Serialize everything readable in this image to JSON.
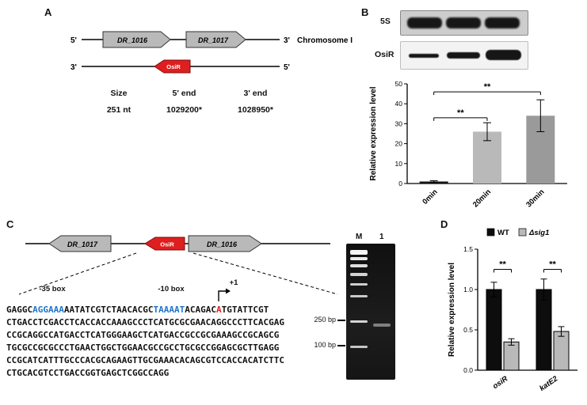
{
  "panelA": {
    "label": "A",
    "strand_top_left": "5'",
    "strand_top_right": "3'",
    "strand_bottom_left": "3'",
    "strand_bottom_right": "5'",
    "chromosome": "Chromosome I",
    "gene1": "DR_1016",
    "gene2": "DR_1017",
    "srna": "OsiR",
    "table": {
      "headers": [
        "Size",
        "5' end",
        "3' end"
      ],
      "values": [
        "251 nt",
        "1029200*",
        "1028950*"
      ]
    }
  },
  "panelB": {
    "label": "B",
    "blot1_label": "5S",
    "blot2_label": "OsiR",
    "chart_data": {
      "type": "bar",
      "categories": [
        "0min",
        "20min",
        "30min"
      ],
      "series": [
        {
          "name": "OsiR",
          "colors": [
            "#141414",
            "#b9b9b9",
            "#9a9a9a"
          ],
          "values": [
            1,
            26,
            34
          ],
          "errors": [
            0.4,
            4.5,
            8
          ]
        }
      ],
      "title": "",
      "xlabel": "",
      "ylabel": "Relative expression level",
      "ylim": [
        0,
        50
      ],
      "yticks": [
        0,
        10,
        20,
        30,
        40,
        50
      ],
      "ytick_labels": [
        "0",
        "10",
        "20",
        "30",
        "40",
        "50"
      ],
      "brackets": [
        {
          "a": [
            0,
            0
          ],
          "b": [
            0,
            1
          ],
          "y": 33,
          "label": "**"
        },
        {
          "a": [
            0,
            0
          ],
          "b": [
            0,
            2
          ],
          "y": 46,
          "label": "**"
        }
      ],
      "legend": false,
      "grid": false
    }
  },
  "panelC": {
    "label": "C",
    "gene_left": "DR_1017",
    "srna": "OsiR",
    "gene_right": "DR_1016",
    "box35_label": "-35 box",
    "box10_label": "-10 box",
    "plus1_label": "+1",
    "sequence_lines": [
      [
        {
          "t": "GAGGC"
        },
        {
          "t": "AGGAAA",
          "c": "blue"
        },
        {
          "t": "AATATCGTCTAACACGC"
        },
        {
          "t": "TAAAAT",
          "c": "blue"
        },
        {
          "t": "ACAGAC"
        },
        {
          "t": "A",
          "c": "red"
        },
        {
          "t": "TGTATTCGT"
        }
      ],
      [
        {
          "t": "CTGACCTCGACCTCACCACCAAAGCCCTCATGCGCGAACAGGCCCTTCACGAG"
        }
      ],
      [
        {
          "t": "CCGCAGGCCATGACCTCATGGGAAGCTCATGACCGCCGCGAAAGCCGCAGCG"
        }
      ],
      [
        {
          "t": "TGCGCCGCGCCCTGAACTGGCTGGAACGCCGCCTGCGCCGGAGCGCTTGAGG"
        }
      ],
      [
        {
          "t": "CCGCATCATTTGCCCACGCAGAAGTTGCGAAACACAGCGTCCACCACATCTTC"
        }
      ],
      [
        {
          "t": "CTGCACGTCCTGACCGGTGAGCTCGGCCAGG"
        }
      ]
    ],
    "gel": {
      "lane_labels": [
        "M",
        "1"
      ],
      "markers": [
        {
          "label": "250 bp"
        },
        {
          "label": "100 bp"
        }
      ]
    }
  },
  "panelD": {
    "label": "D",
    "chart_data": {
      "type": "bar",
      "categories": [
        "osiR",
        "katE2"
      ],
      "series": [
        {
          "name": "WT",
          "color": "#0d0d0d",
          "values": [
            1.0,
            1.0
          ],
          "errors": [
            0.09,
            0.13
          ]
        },
        {
          "name": "Δsig1",
          "color": "#b9b9b9",
          "values": [
            0.35,
            0.48
          ],
          "errors": [
            0.04,
            0.06
          ],
          "italic": true
        }
      ],
      "title": "",
      "xlabel": "",
      "ylabel": "Relative expression level",
      "ylim": [
        0,
        1.5
      ],
      "yticks": [
        0,
        0.5,
        1.0,
        1.5
      ],
      "ytick_labels": [
        "0.0",
        "0.5",
        "1.0",
        "1.5"
      ],
      "brackets": [
        {
          "a": [
            0,
            0
          ],
          "b": [
            1,
            0
          ],
          "y": 1.25,
          "label": "**"
        },
        {
          "a": [
            0,
            1
          ],
          "b": [
            1,
            1
          ],
          "y": 1.25,
          "label": "**"
        }
      ],
      "legend": true,
      "xtick_italic": true,
      "grid": false
    }
  },
  "colors": {
    "gene_gray": "#b9b9b9",
    "srna_red": "#df1f1f",
    "promoter_blue": "#1e73c8",
    "tss_red": "#e02020"
  }
}
